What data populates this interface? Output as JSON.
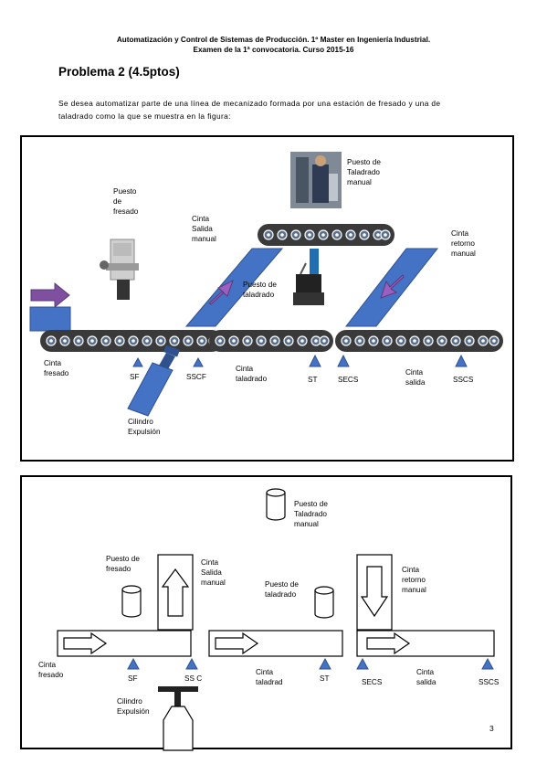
{
  "header": {
    "line1": "Automatización y Control de Sistemas de Producción. 1º Master en Ingeniería Industrial.",
    "line2": "Examen de la 1ª convocatoria. Curso 2015-16"
  },
  "problem_title": "Problema 2 (4.5ptos)",
  "intro": {
    "line1": "Se desea automatizar parte de una línea de mecanizado formada por una estación de fresado y una de",
    "line2": "taladrado como la que se muestra en la figura:"
  },
  "figure1": {
    "puesto_fresado": [
      "Puesto",
      "de",
      "fresado"
    ],
    "cinta_salida_manual": [
      "Cinta",
      "Salida",
      "manual"
    ],
    "puesto_taladrado_manual": [
      "Puesto de",
      "Taladrado",
      "manual"
    ],
    "cinta_retorno_manual": [
      "Cinta",
      "retorno",
      "manual"
    ],
    "puesto_taladrado": [
      "Puesto de",
      "taladrado"
    ],
    "cinta_fresado": [
      "Cinta",
      "fresado"
    ],
    "cinta_taladrado": [
      "Cinta",
      "taladrado"
    ],
    "cinta_salida": [
      "Cinta",
      "salida"
    ],
    "cilindro_expulsion": [
      "Cilindro",
      "Expulsión"
    ],
    "sensors": {
      "sf": "SF",
      "sscf": "SSCF",
      "st": "ST",
      "secs": "SECS",
      "sscs": "SSCS"
    }
  },
  "figure2": {
    "puesto_taladrado_manual": [
      "Puesto de",
      "Taladrado",
      "manual"
    ],
    "puesto_fresado": [
      "Puesto de",
      "fresado"
    ],
    "cinta_salida_manual": [
      "Cinta",
      "Salida",
      "manual"
    ],
    "puesto_taladrado": [
      "Puesto de",
      "taladrado"
    ],
    "cinta_retorno_manual": [
      "Cinta",
      "retorno",
      "manual"
    ],
    "cinta_fresado": [
      "Cinta",
      "fresado"
    ],
    "cinta_taladrad": [
      "Cinta",
      "taladrad"
    ],
    "cinta_salida": [
      "Cinta",
      "salida"
    ],
    "cilindro_expulsion": [
      "Cilindro",
      "Expulsión"
    ],
    "sensors": {
      "sf": "SF",
      "ssc": "SS C",
      "st": "ST",
      "secs": "SECS",
      "sscs": "SSCS"
    }
  },
  "page_number": "3",
  "colors": {
    "panel": "#4472c4",
    "panel_border": "#2f528f",
    "arrow": "#7f4fa0",
    "belt": "#3a3a3a"
  }
}
